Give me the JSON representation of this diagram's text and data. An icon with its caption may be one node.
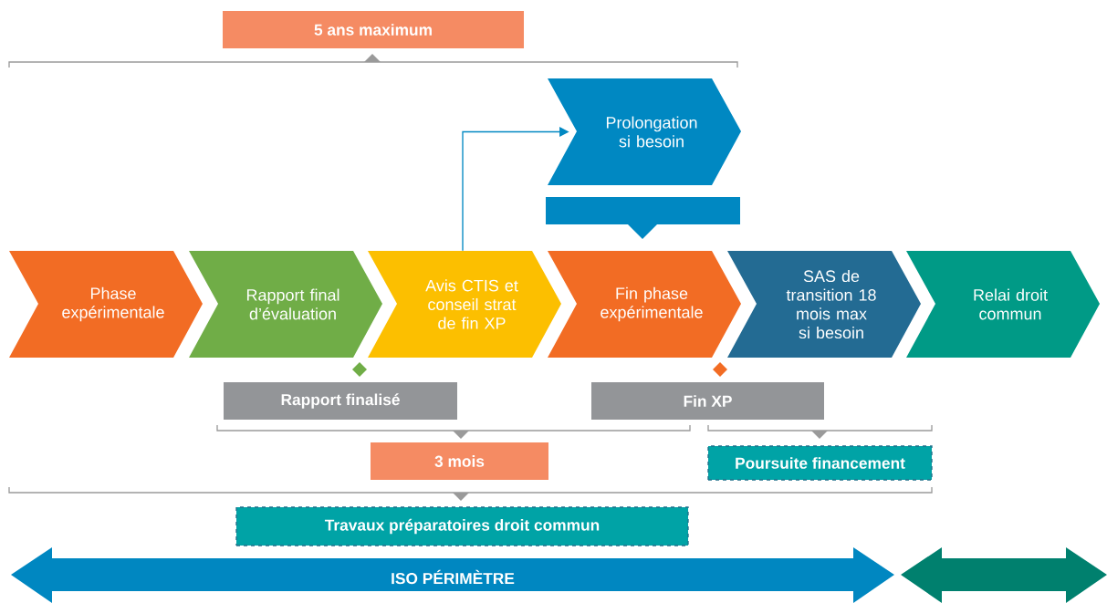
{
  "diagram": {
    "nodes": [
      {
        "text": [
          "5 ans maximum"
        ]
      },
      {
        "text": [
          "Phase expérimentale"
        ]
      },
      {
        "text": [
          "Rapport final d’évaluation"
        ]
      },
      {
        "text": [
          "Avis CTIS et conseil strat de fin XP"
        ]
      },
      {
        "text": [
          "Fin phase expérimentale"
        ]
      },
      {
        "text": [
          "SAS de transition 18 mois max si besoin"
        ]
      },
      {
        "text": [
          "Relai droit commun"
        ]
      },
      {
        "text": [
          "Prolongation si besoin"
        ]
      },
      {
        "text": [],
        "shape": "bar"
      },
      {
        "text": [
          "Rapport finalisé"
        ]
      },
      {
        "text": [
          "Fin XP"
        ]
      },
      {
        "text": [
          "3 mois"
        ]
      },
      {
        "text": [
          "Poursuite financement"
        ]
      },
      {
        "text": [
          "Travaux préparatoires droit commun"
        ]
      },
      {
        "text": [
          "ISO PÉRIMÈTRE"
        ]
      },
      {
        "text": [],
        "shape": "arrow"
      }
    ],
    "edges": [
      {
        "from": 3,
        "to": 7,
        "arrow": "to"
      }
    ]
  }
}
